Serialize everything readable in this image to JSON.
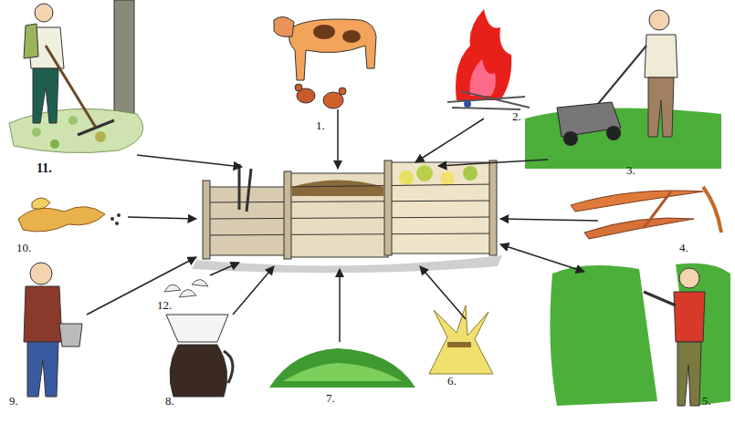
{
  "diagram": {
    "labels": [
      "11.",
      "1.",
      "2.",
      "3.",
      "10.",
      "4.",
      "12.",
      "9.",
      "8.",
      "7.",
      "6.",
      "5."
    ]
  }
}
